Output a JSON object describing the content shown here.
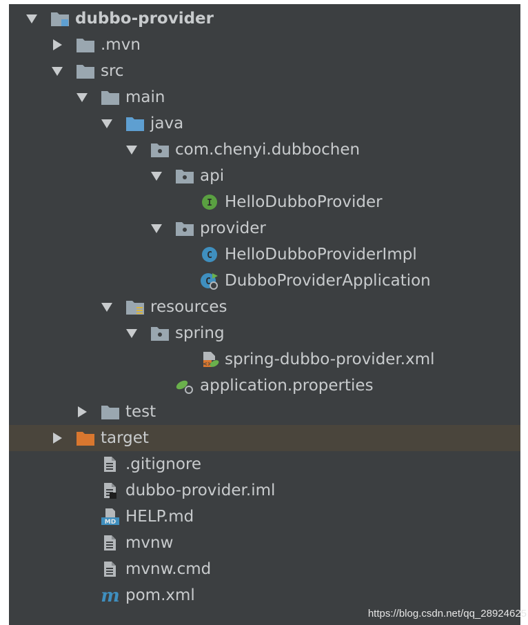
{
  "colors": {
    "panel_bg": "#3c3f41",
    "text": "#c8cbcd",
    "folder": "#9aa7b0",
    "source_folder": "#5e9fd1",
    "excluded_folder": "#d9772f",
    "selected_row_bg": "#4a453c",
    "interface_badge": "#5aa041",
    "class_badge": "#3f8fbf"
  },
  "tree": [
    {
      "label": "dubbo-provider",
      "arrow": "down",
      "icon": "module-folder-icon",
      "bold": true
    },
    {
      "label": ".mvn",
      "arrow": "right",
      "icon": "folder-icon"
    },
    {
      "label": "src",
      "arrow": "down",
      "icon": "folder-icon"
    },
    {
      "label": "main",
      "arrow": "down",
      "icon": "folder-icon"
    },
    {
      "label": "java",
      "arrow": "down",
      "icon": "source-folder-icon"
    },
    {
      "label": "com.chenyi.dubbochen",
      "arrow": "down",
      "icon": "package-icon"
    },
    {
      "label": "api",
      "arrow": "down",
      "icon": "package-icon"
    },
    {
      "label": "HelloDubboProvider",
      "arrow": "none",
      "icon": "interface-icon"
    },
    {
      "label": "provider",
      "arrow": "down",
      "icon": "package-icon"
    },
    {
      "label": "HelloDubboProviderImpl",
      "arrow": "none",
      "icon": "class-icon"
    },
    {
      "label": "DubboProviderApplication",
      "arrow": "none",
      "icon": "spring-boot-class-icon"
    },
    {
      "label": "resources",
      "arrow": "down",
      "icon": "resources-folder-icon"
    },
    {
      "label": "spring",
      "arrow": "down",
      "icon": "package-icon"
    },
    {
      "label": "spring-dubbo-provider.xml",
      "arrow": "none",
      "icon": "spring-xml-icon"
    },
    {
      "label": "application.properties",
      "arrow": "none",
      "icon": "spring-properties-icon"
    },
    {
      "label": "test",
      "arrow": "right",
      "icon": "folder-icon"
    },
    {
      "label": "target",
      "arrow": "right",
      "icon": "excluded-folder-icon",
      "selected": true
    },
    {
      "label": ".gitignore",
      "arrow": "none",
      "icon": "text-file-icon"
    },
    {
      "label": "dubbo-provider.iml",
      "arrow": "none",
      "icon": "iml-file-icon"
    },
    {
      "label": "HELP.md",
      "arrow": "none",
      "icon": "markdown-file-icon"
    },
    {
      "label": "mvnw",
      "arrow": "none",
      "icon": "text-file-icon"
    },
    {
      "label": "mvnw.cmd",
      "arrow": "none",
      "icon": "text-file-icon"
    },
    {
      "label": "pom.xml",
      "arrow": "none",
      "icon": "maven-icon"
    }
  ],
  "watermark": "https://blog.csdn.net/qq_28924625"
}
